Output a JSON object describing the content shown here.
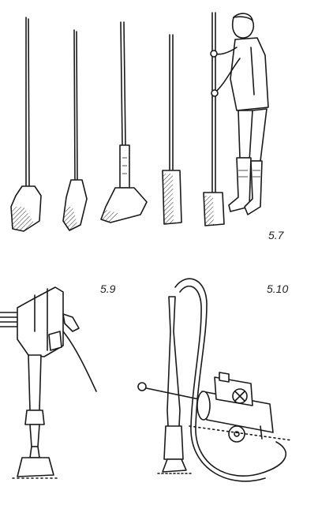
{
  "figure_labels": {
    "fig_a": "5.7",
    "fig_b": "5.9",
    "fig_c": "5.10"
  },
  "colors": {
    "ink": "#1a1a1a",
    "background": "#ffffff"
  }
}
